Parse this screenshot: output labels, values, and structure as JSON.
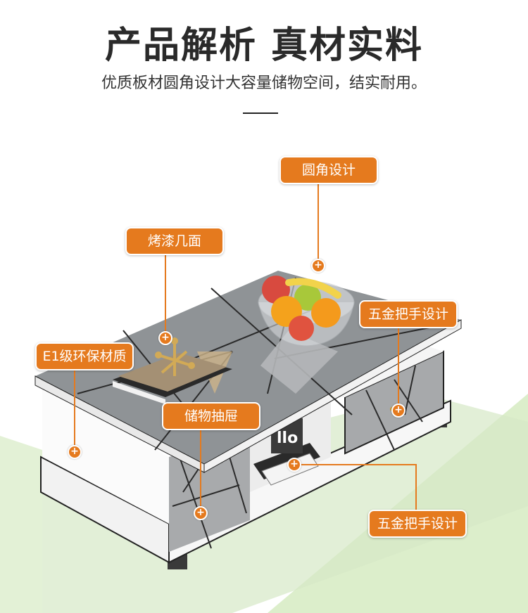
{
  "header": {
    "title": "产品解析 真材实料",
    "subtitle": "优质板材圆角设计大容量储物空间，结实耐用。"
  },
  "callouts": {
    "rounded": "圆角设计",
    "paint": "烤漆几面",
    "hardware_top": "五金把手设计",
    "material": "E1级环保材质",
    "drawer": "储物抽屉",
    "hardware_bottom": "五金把手设计"
  },
  "colors": {
    "accent": "#e57a1e",
    "background_green": "#dceecb",
    "table_top": "#8f9396"
  }
}
